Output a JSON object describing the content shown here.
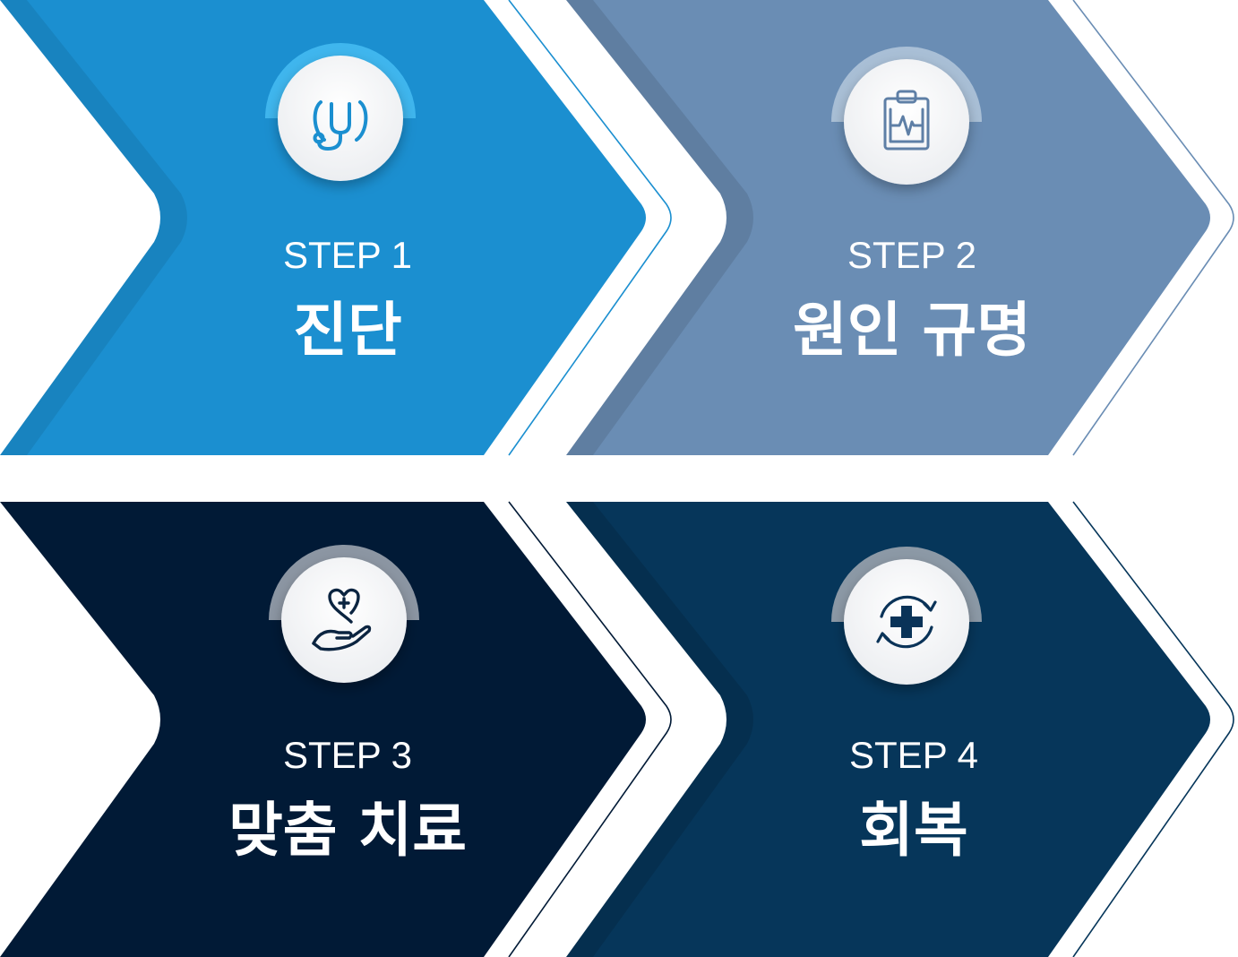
{
  "steps": [
    {
      "label": "STEP 1",
      "title": "진단",
      "icon": "stethoscope-icon",
      "color": "#1B8FD0",
      "ring": "#3FB6EE",
      "icon_color": "#1B8FD0"
    },
    {
      "label": "STEP 2",
      "title": "원인 규명",
      "icon": "medical-clipboard-icon",
      "color": "#6A8DB4",
      "ring": "#A9BFD6",
      "icon_color": "#5E7FA6"
    },
    {
      "label": "STEP 3",
      "title": "맞춤 치료",
      "icon": "heart-in-hand-icon",
      "color": "#011A36",
      "ring": "#8C96A3",
      "icon_color": "#0B2440"
    },
    {
      "label": "STEP 4",
      "title": "회복",
      "icon": "recovery-cross-icon",
      "color": "#06365A",
      "ring": "#8C99A6",
      "icon_color": "#0A3358"
    }
  ]
}
